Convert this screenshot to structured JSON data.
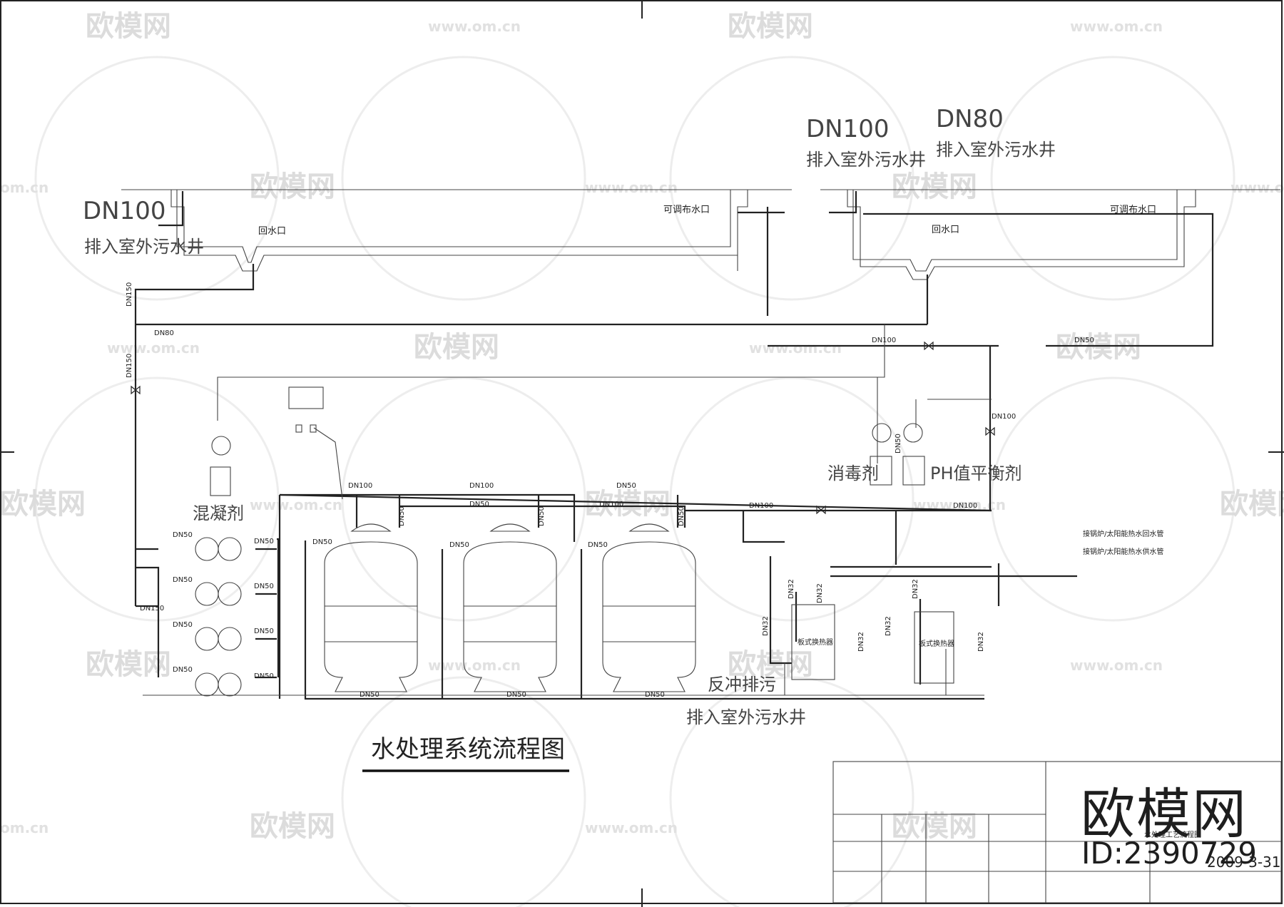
{
  "title": "水处理系统流程图",
  "labels": {
    "outfall_text": "排入室外污水井",
    "return_inlet": "回水口",
    "adjustable_inlet": "可调布水口",
    "coagulant": "混凝剂",
    "disinfectant": "消毒剂",
    "ph_balancer": "PH值平衡剂",
    "backwash": "反冲排污",
    "plate_exchanger": "板式换热器",
    "boiler_return": "接锅炉/太阳能热水回水管",
    "boiler_supply": "接锅炉/太阳能热水供水管"
  },
  "pipe_sizes": {
    "dn150": "DN150",
    "dn100": "DN100",
    "dn80": "DN80",
    "dn50": "DN50",
    "dn32": "DN32"
  },
  "title_block": {
    "drawing_name": "水处理工艺流程图",
    "date": "2009-3-31"
  },
  "overlay": {
    "brand": "欧模网",
    "id": "ID:2390729"
  },
  "watermark": {
    "logo": "欧模网",
    "url": "www.om.cn",
    "url_partial": "om.cn"
  }
}
